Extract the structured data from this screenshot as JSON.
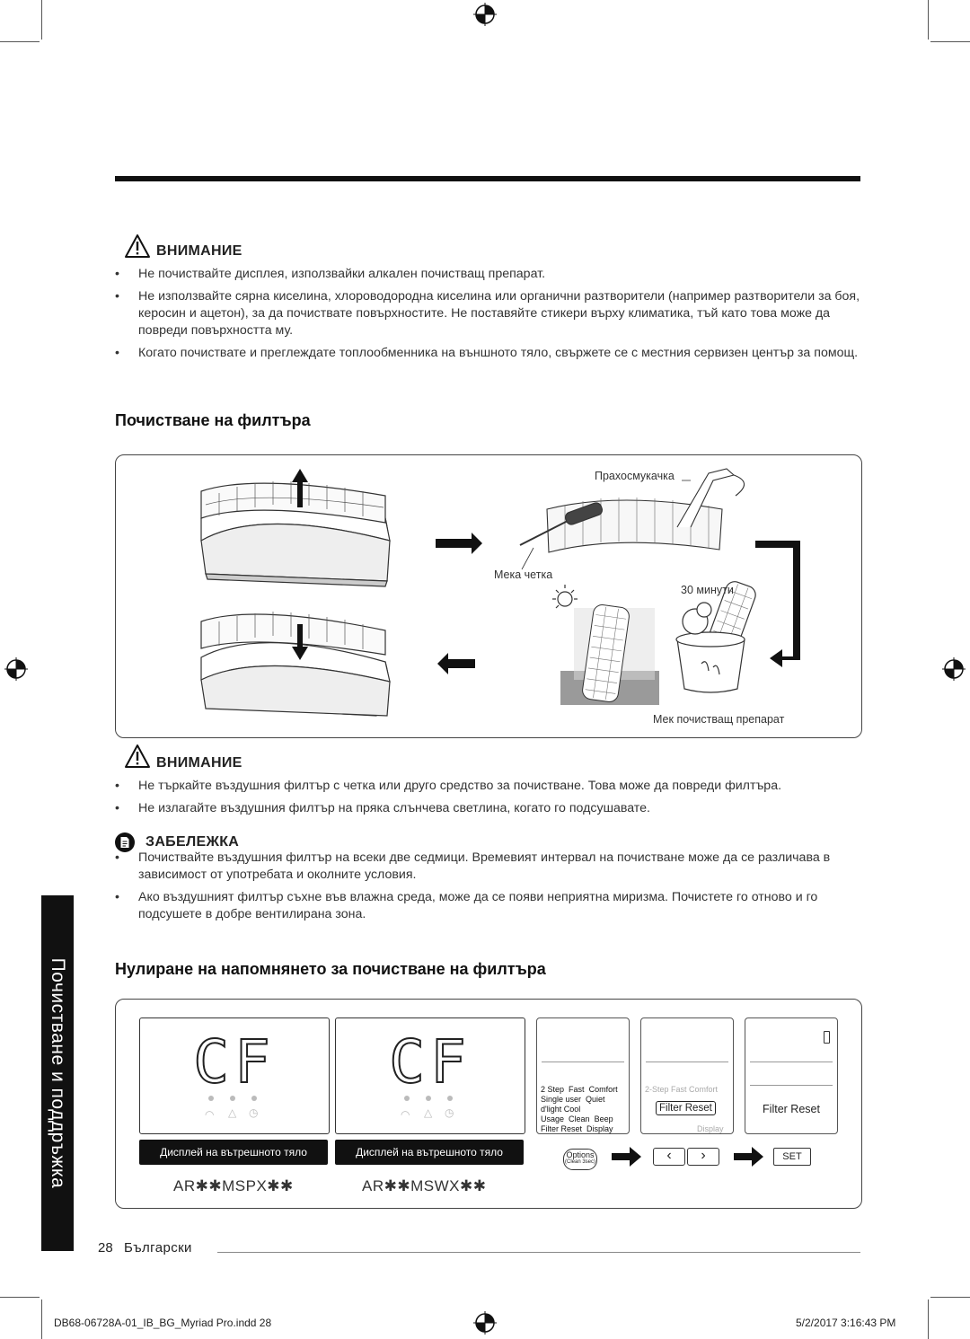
{
  "warning1": {
    "title": "ВНИМАНИЕ",
    "items": [
      "Не почиствайте дисплея, използвайки алкален почистващ препарат.",
      "Не използвайте сярна киселина, хлороводородна киселина или органични разтворители (например разтворители за боя, керосин и ацетон), за да почиствате повърхностите. Не поставяйте стикери върху климатика, тъй като това може да повреди повърхността му.",
      "Когато почиствате и преглеждате топлообменника на външното тяло, свържете се с местния сервизен център за помощ."
    ]
  },
  "filter_section": {
    "title": "Почистване на филтъра",
    "labels": {
      "vacuum": "Прахосмукачка",
      "brush": "Мека четка",
      "minutes": "30 минути",
      "detergent": "Мек почистващ препарат"
    }
  },
  "warning2": {
    "title": "ВНИМАНИЕ",
    "items": [
      "Не търкайте въздушния филтър с четка или друго средство за почистване. Това може да повреди филтъра.",
      "Не излагайте въздушния филтър на пряка слънчева светлина, когато го подсушавате."
    ]
  },
  "note": {
    "title": "ЗАБЕЛЕЖКА",
    "items": [
      "Почиствайте въздушния филтър на всеки две седмици. Времевият интервал на почистване може да се различава в зависимост от употребата и околните условия.",
      "Ако въздушният филтър съхне във влажна среда, може да се появи неприятна миризма. Почистете го отново и го подсушете в добре вентилирана зона."
    ]
  },
  "reset_section": {
    "title": "Нулиране на напомнянето за почистване на филтъра",
    "display_code": "CF",
    "display_label": "Дисплей на вътрешното тяло",
    "model_1": "AR✱✱MSPX✱✱",
    "model_2": "AR✱✱MSWX✱✱",
    "remote": {
      "rows": [
        [
          "2 Step",
          "Fast",
          "Comfort"
        ],
        [
          "Single user",
          "Quiet"
        ],
        [
          "d'light Cool"
        ],
        [
          "Usage",
          "Clean",
          "Beep"
        ],
        [
          "Filter Reset",
          "Display"
        ]
      ],
      "row1_mid": "2-Step  Fast  Comfort",
      "filter_reset": "Filter Reset",
      "options_label": "Options",
      "options_sub": "(Clean 3sec)",
      "set_label": "SET",
      "left_arrow": "‹",
      "right_arrow": "›"
    }
  },
  "side_tab": "Почистване и поддръжка",
  "page": {
    "number": "28",
    "language": "Български"
  },
  "footer": {
    "file": "DB68-06728A-01_IB_BG_Myriad Pro.indd   28",
    "date": "5/2/2017   3:16:43 PM"
  }
}
